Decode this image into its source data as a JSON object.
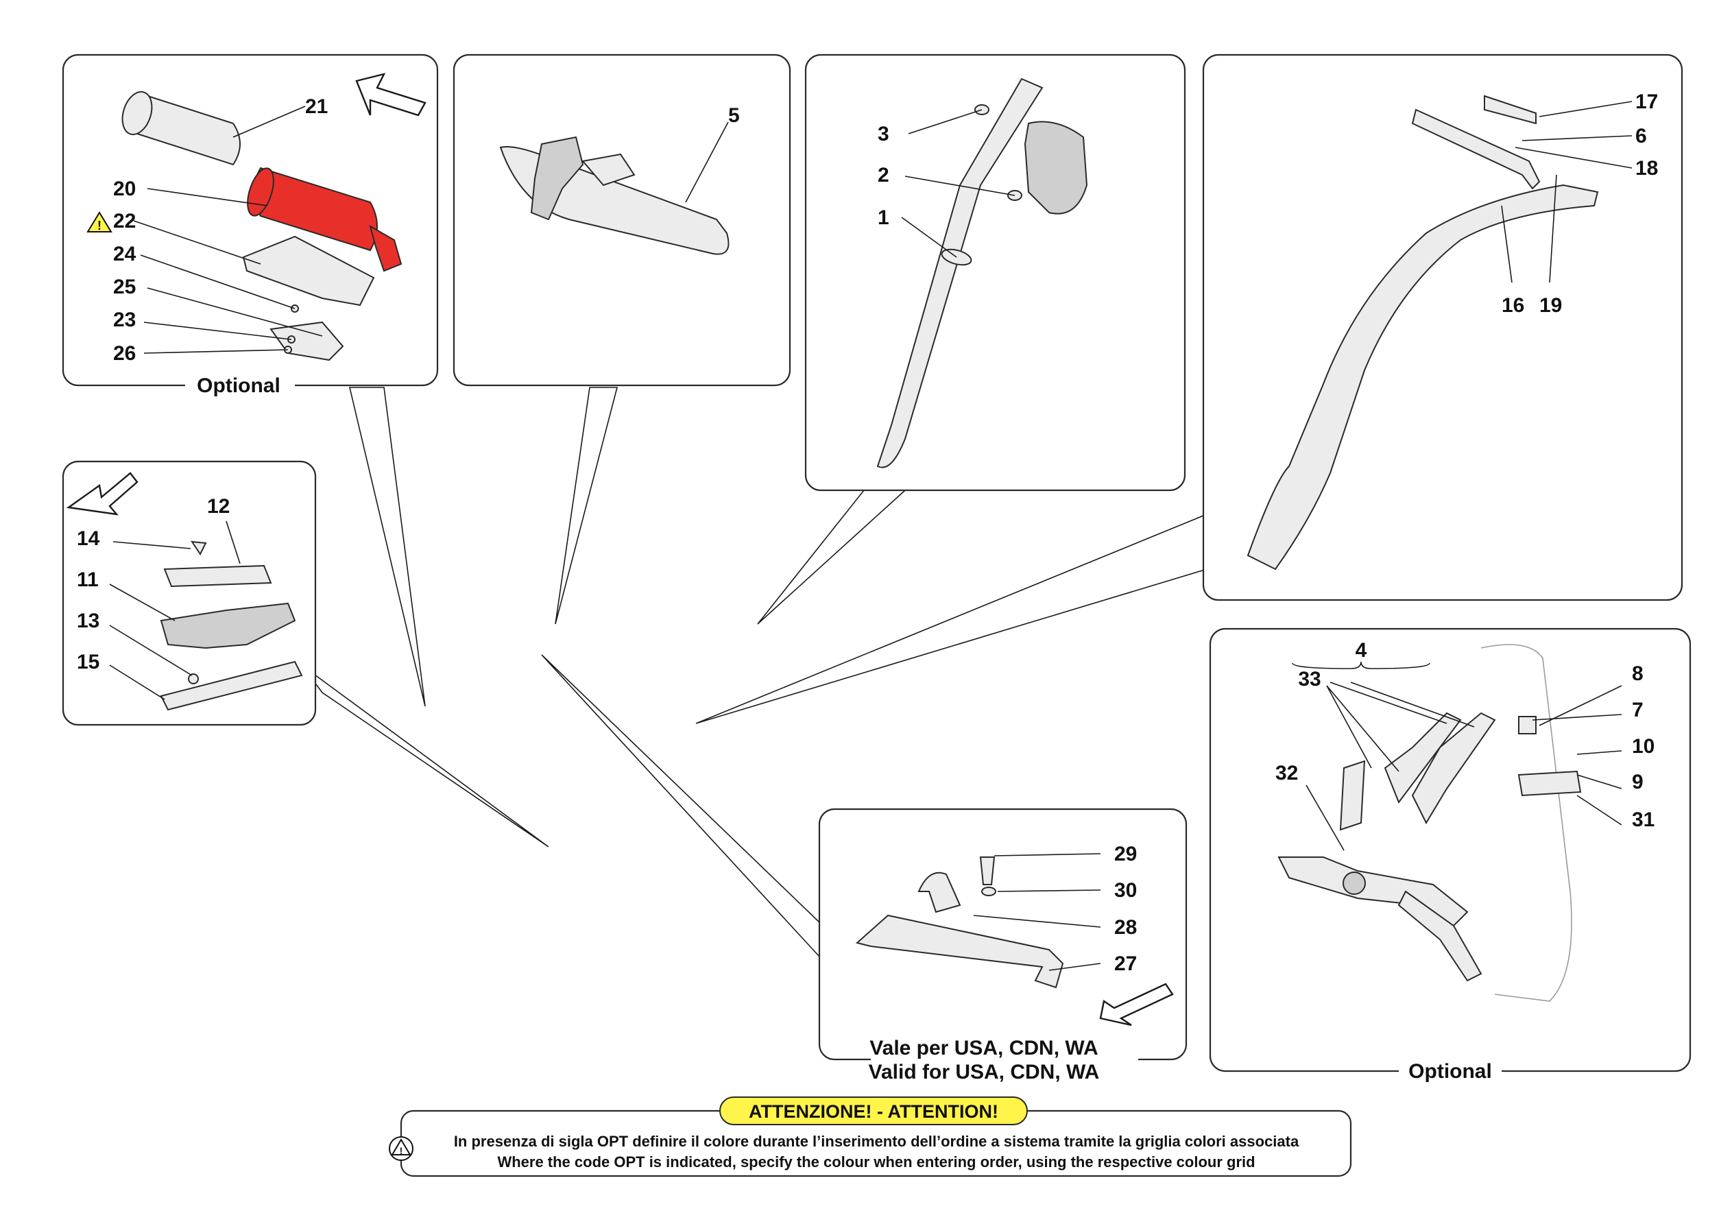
{
  "colors": {
    "extinguisher": "#e8302a",
    "warning_badge": "#fff44a",
    "panel_border": "#2a2a2a"
  },
  "panels": {
    "fire_extinguisher": {
      "caption": "Optional"
    },
    "rear_view_mirror": {
      "caption": ""
    },
    "seat_belt_front": {
      "caption": ""
    },
    "airbag_rail": {
      "caption": ""
    },
    "sill_trim": {
      "caption": ""
    },
    "anchor_bracket": {
      "caption_it": "Vale per USA, CDN, WA",
      "caption_en": "Valid for USA, CDN, WA"
    },
    "harness": {
      "caption": "Optional"
    }
  },
  "labels": {
    "p1": "1",
    "p2": "2",
    "p3": "3",
    "p4": "4",
    "p5": "5",
    "p6": "6",
    "p7": "7",
    "p8": "8",
    "p9": "9",
    "p10": "10",
    "p11": "11",
    "p12": "12",
    "p13": "13",
    "p14": "14",
    "p15": "15",
    "p16": "16",
    "p17": "17",
    "p18": "18",
    "p19": "19",
    "p20": "20",
    "p21": "21",
    "p22": "22",
    "p23": "23",
    "p24": "24",
    "p25": "25",
    "p26": "26",
    "p27": "27",
    "p28": "28",
    "p29": "29",
    "p30": "30",
    "p31": "31",
    "p32": "32",
    "p33": "33"
  },
  "warning_icon": "warning-triangle-icon",
  "notice": {
    "title": "ATTENZIONE! - ATTENTION!",
    "line_it": "In presenza di sigla OPT definire il colore durante l’inserimento dell’ordine a sistema tramite la griglia colori associata",
    "line_en": "Where the code OPT is indicated, specify the colour when entering order, using the respective colour grid"
  }
}
